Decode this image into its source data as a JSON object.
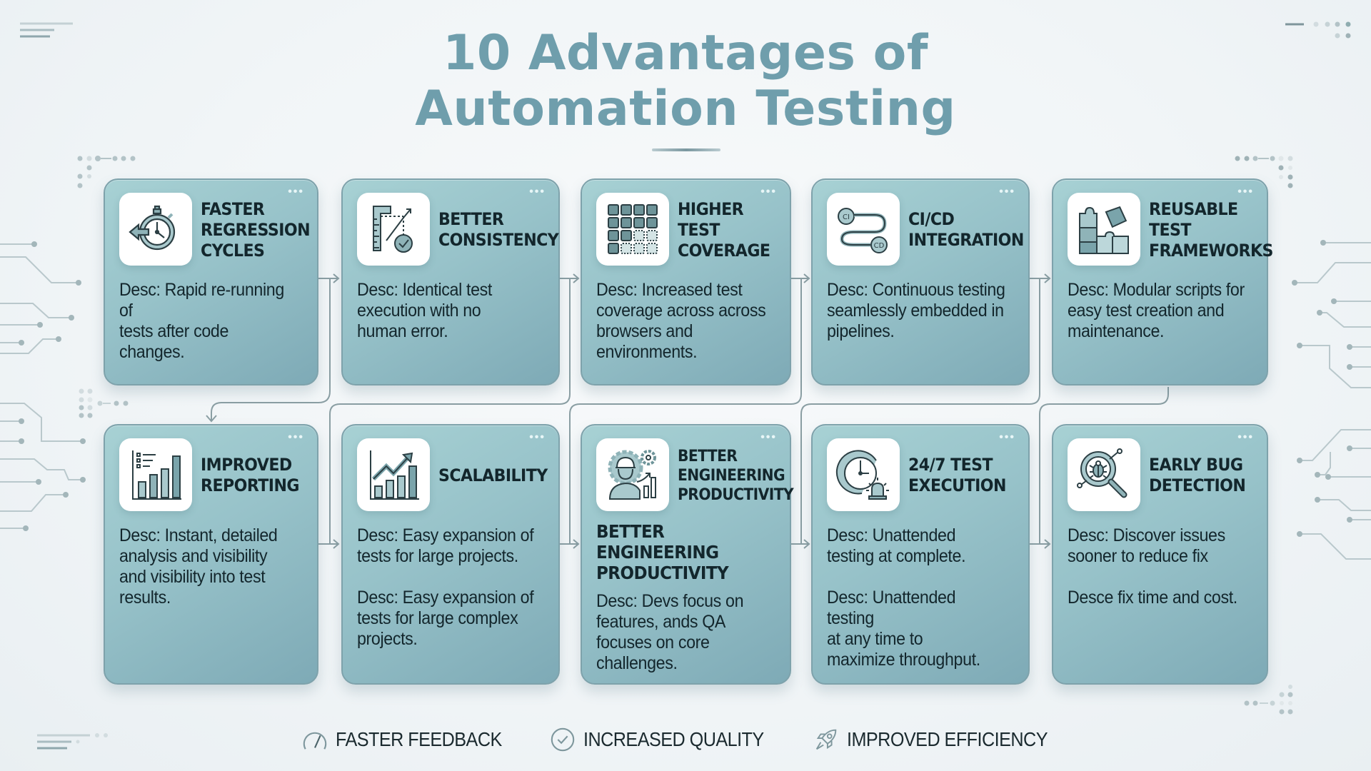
{
  "title": {
    "line1": "10 Advantages of",
    "line2": "Automation Testing"
  },
  "colors": {
    "title": "#6f9eac",
    "card_fill": "#97c2c9",
    "card_border": "#7ea2ab",
    "connector": "#8a9ea3",
    "text": "#13262c"
  },
  "cards": [
    {
      "title": "FASTER\nREGRESSION\nCYCLES",
      "icon": "stopwatch-rewind-icon",
      "desc": "Desc: Rapid re-running of\ntests after code changes."
    },
    {
      "title": "BETTER\nCONSISTENCY",
      "icon": "ruler-check-icon",
      "desc": "Desc: Identical test\nexecution with no\nhuman error."
    },
    {
      "title": "HIGHER\nTEST\nCOVERAGE",
      "icon": "grid-coverage-icon",
      "desc": "Desc: Increased test\ncoverage across across\nbrowsers and\nenvironments."
    },
    {
      "title": "CI/CD\nINTEGRATION",
      "icon": "ci-cd-pipeline-icon",
      "icon_labels": [
        "CI",
        "CD"
      ],
      "desc": "Desc: Continuous testing\nseamlessly embedded in\npipelines."
    },
    {
      "title": "REUSABLE\nTEST\nFRAMEWORKS",
      "icon": "puzzle-pieces-icon",
      "desc": "Desc: Modular scripts for\neasy test creation and\nmaintenance."
    },
    {
      "title": "IMPROVED\nREPORTING",
      "icon": "report-chart-icon",
      "desc": "Desc: Instant, detailed\nanalysis and visibility\nand visibility into test\nresults."
    },
    {
      "title": "SCALABILITY",
      "icon": "growth-chart-icon",
      "desc": "Desc: Easy expansion of\ntests for large projects.\n\nDesc: Easy expansion of\ntests for large complex\nprojects."
    },
    {
      "title": "BETTER\nENGINEERING\nPRODUCTIVITY",
      "icon": "engineer-gear-icon",
      "sub_title": "BETTER\nENGINEERING\nPRODUCTIVITY",
      "desc": "Desc: Devs focus on\nfeatures, ands QA\nfocuses on core\nchallenges."
    },
    {
      "title": "24/7 TEST\nEXECUTION",
      "icon": "clock-alarm-icon",
      "desc": "Desc: Unattended\ntesting at complete.\n\nDesc: Unattended testing\nat any time to\nmaximize throughput."
    },
    {
      "title": "EARLY BUG\nDETECTION",
      "icon": "bug-magnifier-icon",
      "desc": "Desc: Discover issues\nsooner to reduce fix\n\nDesce fix time and cost."
    }
  ],
  "footer": [
    {
      "icon": "speedometer-icon",
      "label": "FASTER FEEDBACK"
    },
    {
      "icon": "check-circle-icon",
      "label": "INCREASED QUALITY"
    },
    {
      "icon": "rocket-icon",
      "label": "IMPROVED EFFICIENCY"
    }
  ]
}
